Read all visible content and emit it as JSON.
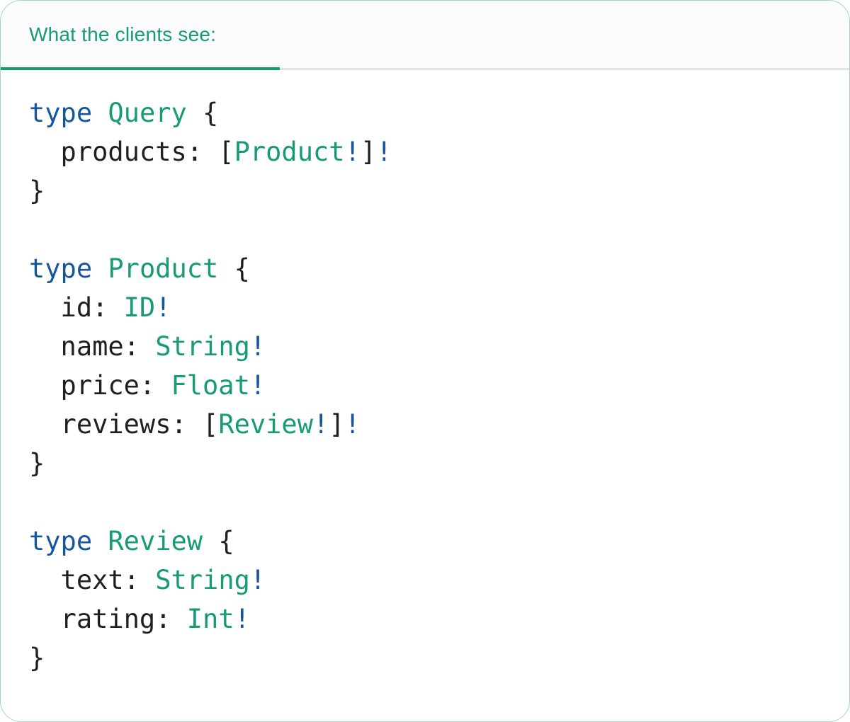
{
  "card": {
    "tab": {
      "label": "What the clients see:"
    },
    "code": {
      "lines": [
        {
          "tokens": [
            {
              "kind": "keyword",
              "text": "type"
            },
            {
              "kind": "plain",
              "text": " "
            },
            {
              "kind": "typename",
              "text": "Query"
            },
            {
              "kind": "plain",
              "text": " {"
            }
          ]
        },
        {
          "tokens": [
            {
              "kind": "plain",
              "text": "  products: ["
            },
            {
              "kind": "typename",
              "text": "Product"
            },
            {
              "kind": "nonnull",
              "text": "!"
            },
            {
              "kind": "plain",
              "text": "]"
            },
            {
              "kind": "nonnull",
              "text": "!"
            }
          ]
        },
        {
          "tokens": [
            {
              "kind": "plain",
              "text": "}"
            }
          ]
        },
        {
          "tokens": []
        },
        {
          "tokens": [
            {
              "kind": "keyword",
              "text": "type"
            },
            {
              "kind": "plain",
              "text": " "
            },
            {
              "kind": "typename",
              "text": "Product"
            },
            {
              "kind": "plain",
              "text": " {"
            }
          ]
        },
        {
          "tokens": [
            {
              "kind": "plain",
              "text": "  id: "
            },
            {
              "kind": "typename",
              "text": "ID"
            },
            {
              "kind": "nonnull",
              "text": "!"
            }
          ]
        },
        {
          "tokens": [
            {
              "kind": "plain",
              "text": "  name: "
            },
            {
              "kind": "typename",
              "text": "String"
            },
            {
              "kind": "nonnull",
              "text": "!"
            }
          ]
        },
        {
          "tokens": [
            {
              "kind": "plain",
              "text": "  price: "
            },
            {
              "kind": "typename",
              "text": "Float"
            },
            {
              "kind": "nonnull",
              "text": "!"
            }
          ]
        },
        {
          "tokens": [
            {
              "kind": "plain",
              "text": "  reviews: ["
            },
            {
              "kind": "typename",
              "text": "Review"
            },
            {
              "kind": "nonnull",
              "text": "!"
            },
            {
              "kind": "plain",
              "text": "]"
            },
            {
              "kind": "nonnull",
              "text": "!"
            }
          ]
        },
        {
          "tokens": [
            {
              "kind": "plain",
              "text": "}"
            }
          ]
        },
        {
          "tokens": []
        },
        {
          "tokens": [
            {
              "kind": "keyword",
              "text": "type"
            },
            {
              "kind": "plain",
              "text": " "
            },
            {
              "kind": "typename",
              "text": "Review"
            },
            {
              "kind": "plain",
              "text": " {"
            }
          ]
        },
        {
          "tokens": [
            {
              "kind": "plain",
              "text": "  text: "
            },
            {
              "kind": "typename",
              "text": "String"
            },
            {
              "kind": "nonnull",
              "text": "!"
            }
          ]
        },
        {
          "tokens": [
            {
              "kind": "plain",
              "text": "  rating: "
            },
            {
              "kind": "typename",
              "text": "Int"
            },
            {
              "kind": "nonnull",
              "text": "!"
            }
          ]
        },
        {
          "tokens": [
            {
              "kind": "plain",
              "text": "}"
            }
          ]
        }
      ]
    }
  },
  "colors": {
    "accent_green": "#169b77",
    "keyword_blue": "#17569d",
    "type_green": "#169b72",
    "code_text": "#1f1f1f",
    "divider_gray": "#e3e3e5",
    "header_bg": "#fbfbfb",
    "card_border": "#a7d4bd",
    "card_bg": "#ffffff"
  }
}
